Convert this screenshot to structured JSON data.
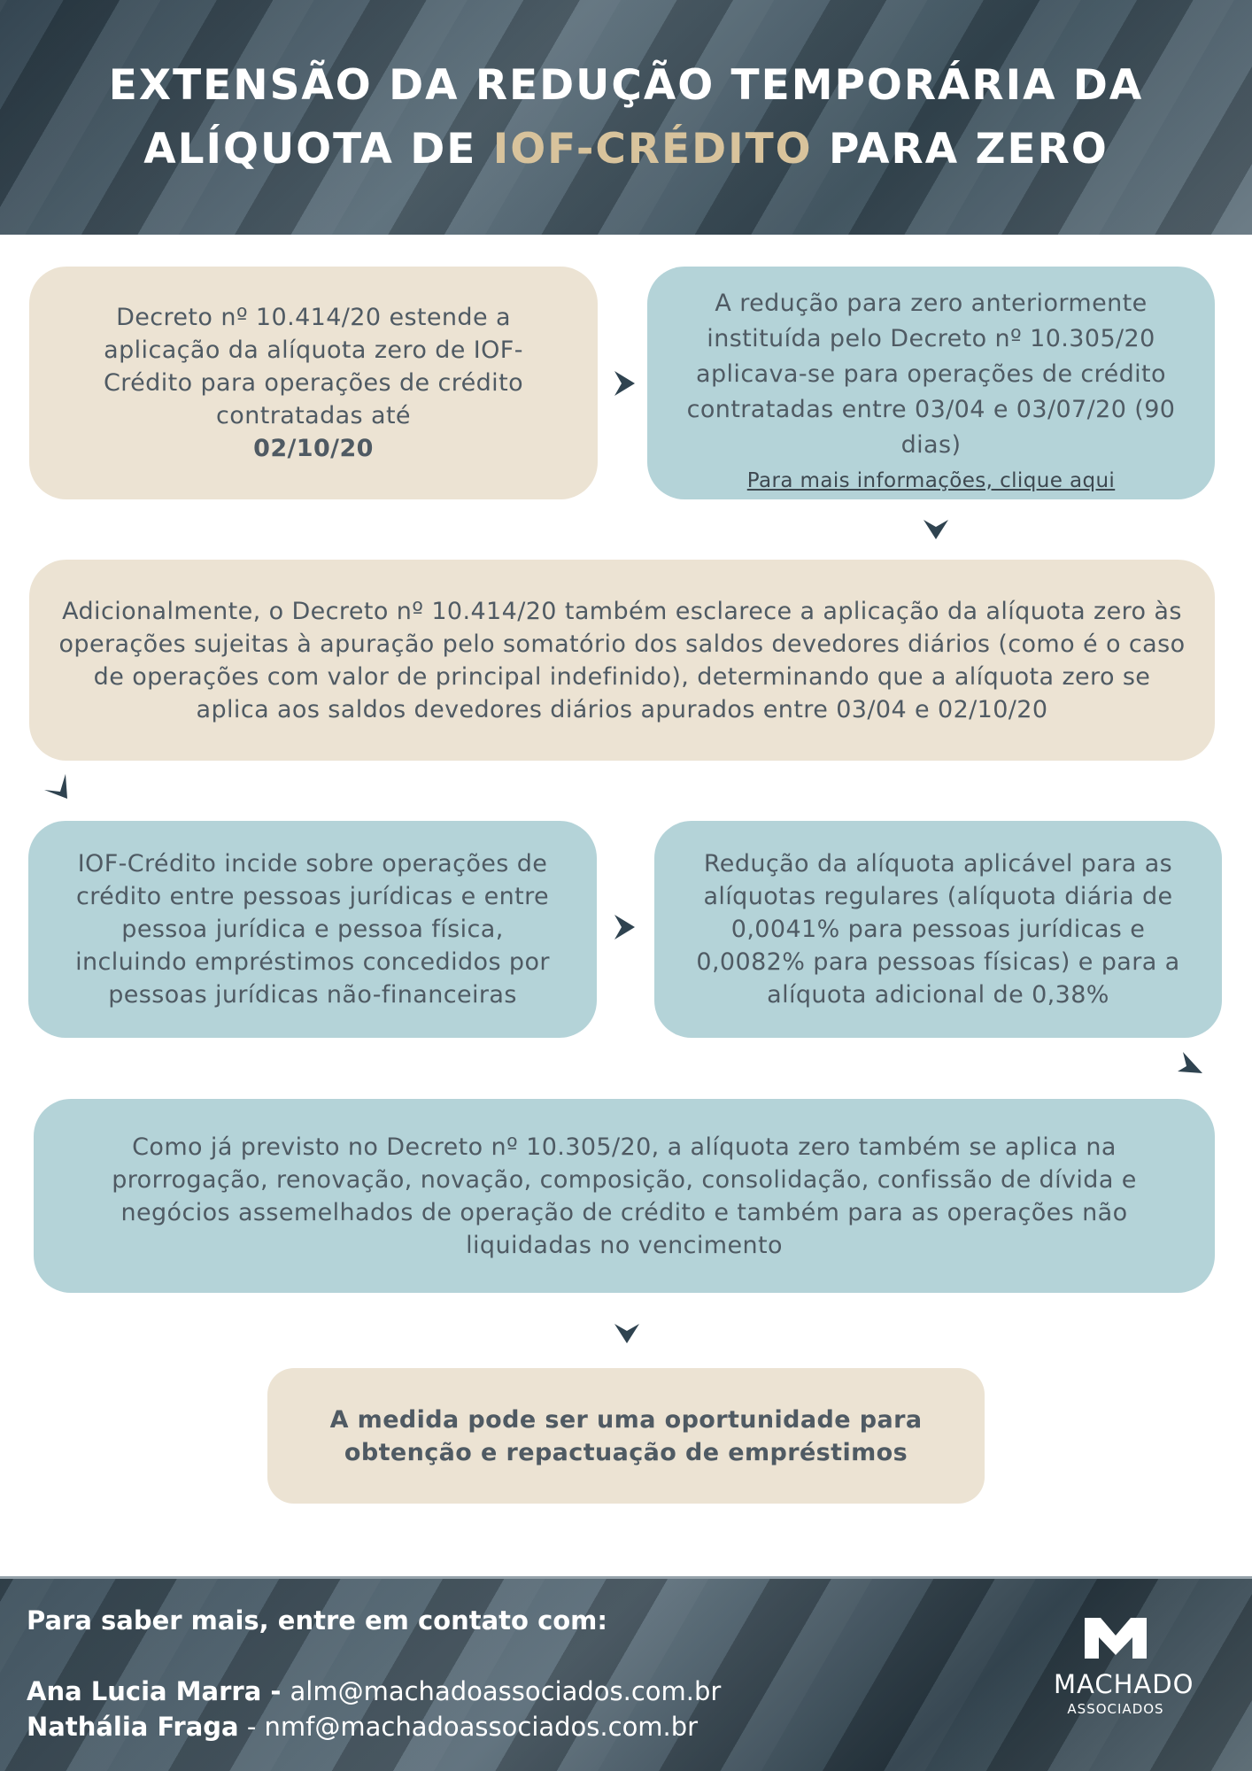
{
  "header": {
    "title_line1": "EXTENSÃO DA REDUÇÃO TEMPORÁRIA DA",
    "title_line2_pre": "ALÍQUOTA DE ",
    "title_line2_accent": "IOF-CRÉDITO",
    "title_line2_post": " PARA ZERO"
  },
  "box1": {
    "text": "Decreto nº 10.414/20 estende a aplicação da alíquota zero de IOF-Crédito para operações de crédito contratadas até",
    "date": "02/10/20"
  },
  "box2": {
    "text": "A redução para zero anteriormente instituída pelo Decreto nº 10.305/20 aplicava-se para operações de crédito contratadas entre 03/04 e 03/07/20 (90 dias)",
    "link": "Para mais informações, clique aqui"
  },
  "box3": {
    "text": "Adicionalmente, o Decreto nº 10.414/20 também esclarece a aplicação da alíquota zero às operações sujeitas à apuração pelo somatório dos saldos devedores diários (como é o caso de operações com valor de principal indefinido), determinando que a alíquota zero se aplica aos saldos devedores diários apurados entre 03/04 e 02/10/20"
  },
  "box4": {
    "text": "IOF-Crédito incide sobre operações de crédito entre pessoas jurídicas e entre pessoa jurídica e pessoa física, incluindo empréstimos concedidos por pessoas jurídicas não-financeiras"
  },
  "box5": {
    "text": "Redução da alíquota aplicável para as alíquotas regulares (alíquota diária de 0,0041% para pessoas jurídicas e 0,0082% para pessoas físicas) e para a alíquota adicional de 0,38%"
  },
  "box6": {
    "text": "Como já previsto no Decreto nº 10.305/20, a alíquota zero também se aplica na prorrogação, renovação, novação, composição, consolidação, confissão de dívida e negócios assemelhados de operação de crédito e também para as operações não liquidadas no vencimento"
  },
  "box7": {
    "text": "A medida pode ser uma oportunidade para obtenção e repactuação de empréstimos"
  },
  "footer": {
    "intro": "Para saber mais, entre em contato com:",
    "contacts": [
      {
        "name": "Ana Lucia Marra",
        "sep": " - ",
        "email": "alm@machadoassociados.com.br"
      },
      {
        "name": "Nathália Fraga",
        "sep": " - ",
        "email": "nmf@machadoassociados.com.br"
      }
    ],
    "logo_name": "MACHADO",
    "logo_sub": "ASSOCIADOS"
  },
  "colors": {
    "beige": "#ece3d3",
    "blue": "#b4d3d8",
    "accent": "#d8c39c",
    "dark": "#2f4350"
  },
  "icons": [
    "chevron-right-icon",
    "chevron-down-icon",
    "arrowhead-icon",
    "machado-logo-icon"
  ]
}
